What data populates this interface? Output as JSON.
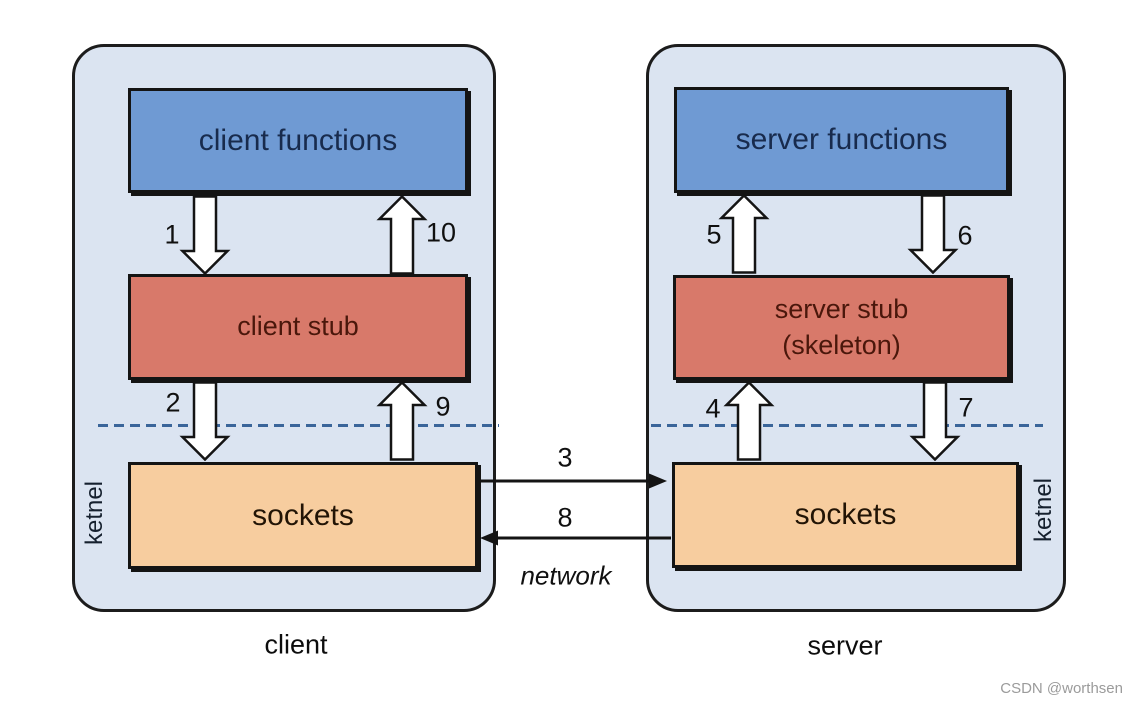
{
  "client_panel": {
    "functions_box": "client functions",
    "stub_box": "client stub",
    "sockets_box": "sockets",
    "kernel_label": "ketnel",
    "caption": "client",
    "arrow_labels": {
      "a1": "1",
      "a2": "2",
      "a9": "9",
      "a10": "10"
    }
  },
  "server_panel": {
    "functions_box": "server functions",
    "stub_box_line1": "server stub",
    "stub_box_line2": "(skeleton)",
    "sockets_box": "sockets",
    "kernel_label": "ketnel",
    "caption": "server",
    "arrow_labels": {
      "a4": "4",
      "a5": "5",
      "a6": "6",
      "a7": "7"
    }
  },
  "network": {
    "arrow_3_label": "3",
    "arrow_8_label": "8",
    "label": "network"
  },
  "watermark": "CSDN @worthsen",
  "colors": {
    "panel_fill": "#dbe4f1",
    "panel_border": "#1c1c1c",
    "functions_fill": "#6f9ad3",
    "functions_text": "#182b4d",
    "stub_fill": "#d8796a",
    "stub_text": "#4a170b",
    "sockets_fill": "#f7cd9f",
    "sockets_text": "#221405",
    "dashed_line": "#3a659a",
    "arrow_fill": "#ffffff",
    "arrow_stroke": "#141414"
  }
}
